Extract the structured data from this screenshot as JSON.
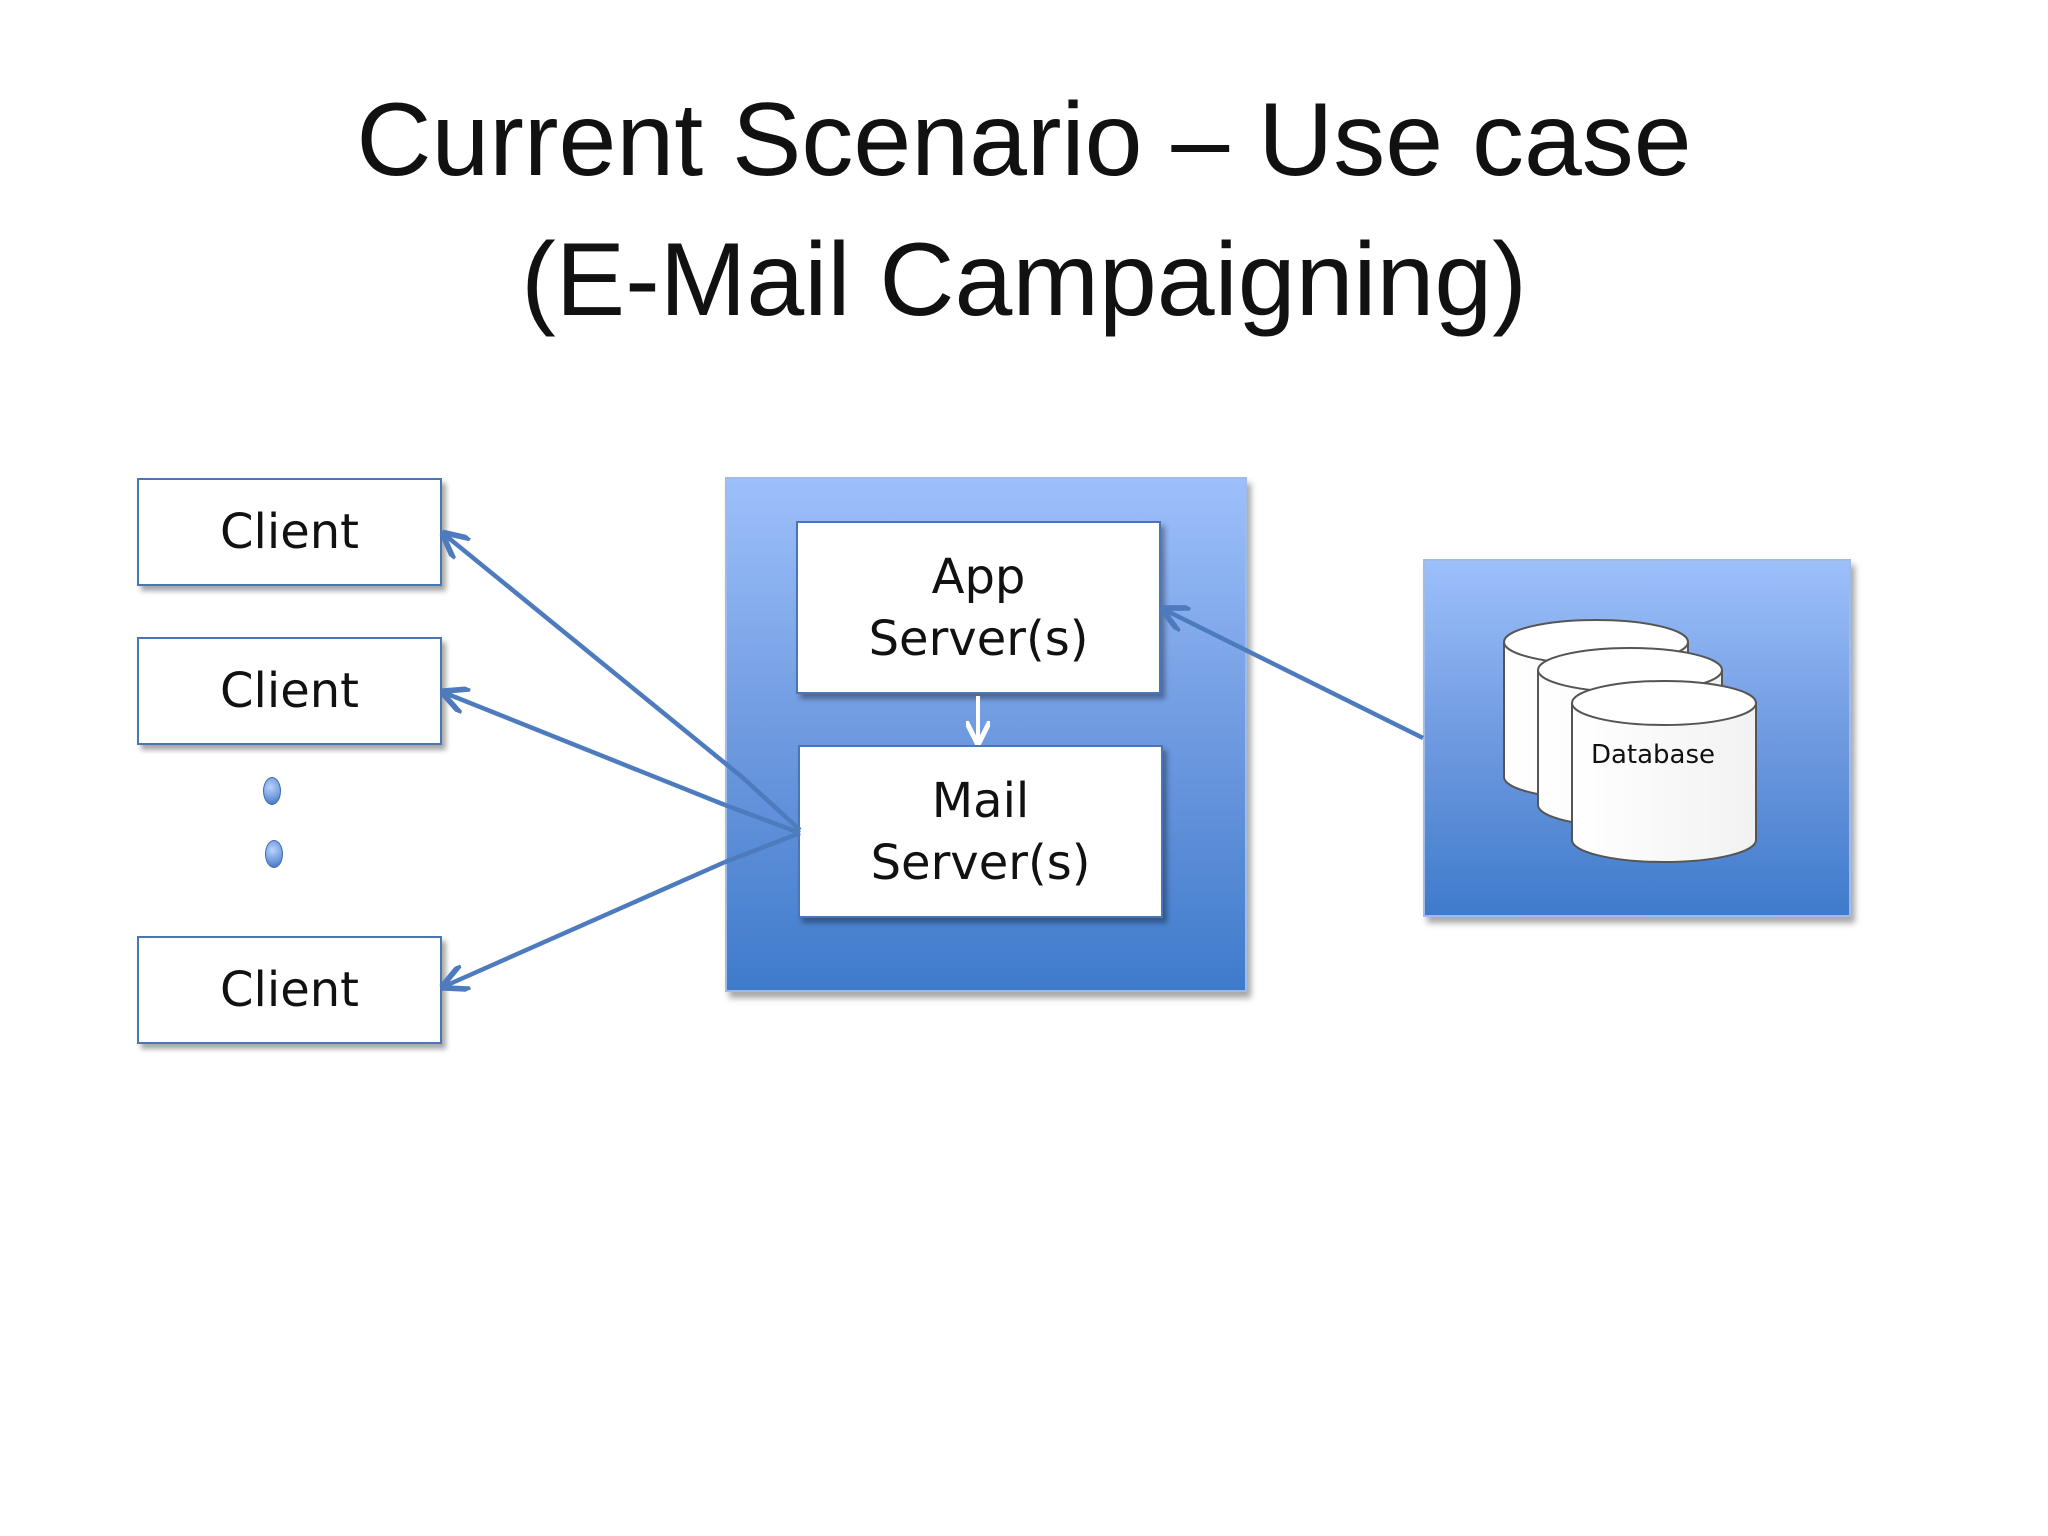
{
  "slide": {
    "title_line1": "Current Scenario – Use case",
    "title_line2": "(E-Mail Campaigning)"
  },
  "diagram": {
    "clients": [
      {
        "label": "Client"
      },
      {
        "label": "Client"
      },
      {
        "label": "Client"
      }
    ],
    "app_server": {
      "line1": "App",
      "line2": "Server(s)"
    },
    "mail_server": {
      "line1": "Mail",
      "line2": "Server(s)"
    },
    "database": {
      "label": "Database"
    },
    "colors": {
      "arrow": "#4d7bbd",
      "panel_top": "#9dc0fb",
      "panel_bottom": "#3f7bcb"
    }
  }
}
